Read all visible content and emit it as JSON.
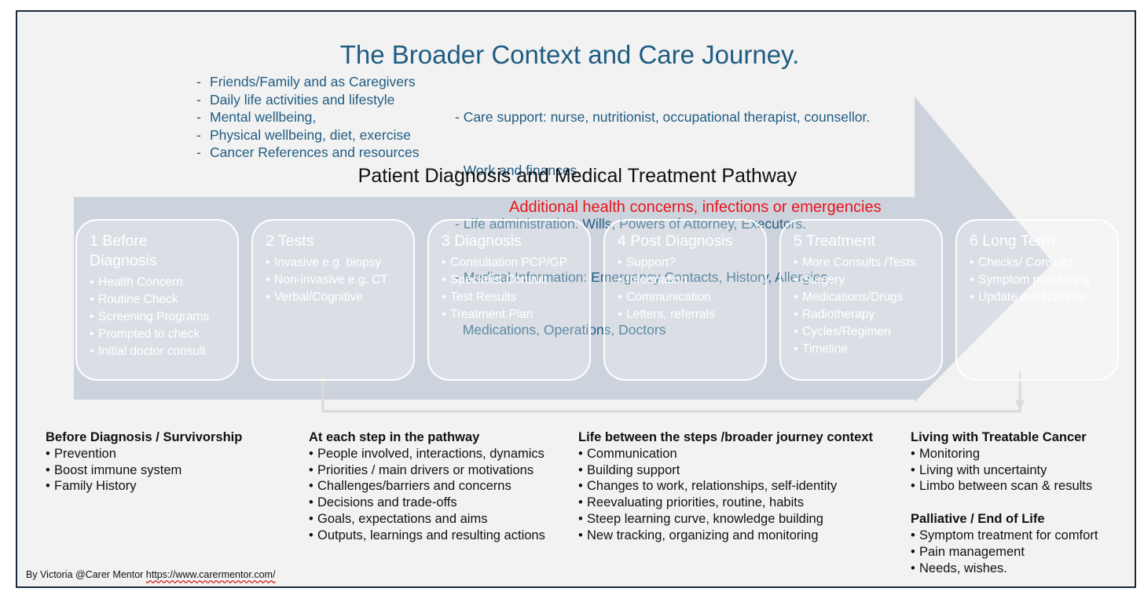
{
  "title": "The Broader Context and Care Journey.",
  "context_left": [
    "Friends/Family and as Caregivers",
    "Daily life activities and lifestyle",
    "Mental wellbeing,",
    "Physical wellbeing, diet, exercise",
    "Cancer References and resources"
  ],
  "context_right": [
    "- Care support: nurse, nutritionist, occupational therapist, counsellor.",
    "- Work and finances",
    "- Life administration: Wills, Powers of Attorney, Executors.",
    "- Medical Information: Emergency Contacts, History, Allergies,",
    "  Medications, Operations, Doctors"
  ],
  "pathway_title": "Patient Diagnosis and Medical Treatment Pathway",
  "concerns_label": "Additional health concerns, infections or emergencies",
  "steps": [
    {
      "title": "1 Before Diagnosis",
      "items": [
        "Health Concern",
        "Routine Check",
        "Screening Programs",
        "Prompted to check",
        "Initial doctor consult"
      ]
    },
    {
      "title": "2 Tests",
      "items": [
        "Invasive e.g. biopsy",
        "Non-invasive e.g. CT",
        "Verbal/Cognitive"
      ]
    },
    {
      "title": "3 Diagnosis",
      "items": [
        "Consultation PCP/GP",
        "Specialist Consult",
        "Test Results",
        "Treatment Plan"
      ]
    },
    {
      "title": "4 Post Diagnosis",
      "items": [
        "Support?",
        "Information",
        "Communication",
        "Letters, referrals"
      ]
    },
    {
      "title": "5 Treatment",
      "items": [
        "More Consults /Tests",
        "Surgery",
        "Medications/Drugs",
        "Radiotherapy",
        "Cycles/Regimen",
        "Timeline"
      ]
    },
    {
      "title": "6 Long Term",
      "items": [
        "Checks/ Consults",
        "Symptom monitoring",
        "Update medical info"
      ]
    }
  ],
  "columns": {
    "before": {
      "heading": "Before Diagnosis / Survivorship",
      "items": [
        "Prevention",
        "Boost immune system",
        "Family History"
      ]
    },
    "each_step": {
      "heading": "At each step in the pathway",
      "items": [
        "People involved, interactions, dynamics",
        "Priorities / main drivers or motivations",
        "Challenges/barriers and concerns",
        "Decisions and trade-offs",
        "Goals, expectations and aims",
        "Outputs, learnings and resulting actions"
      ]
    },
    "between": {
      "heading": "Life between the steps /broader journey context",
      "items": [
        "Communication",
        "Building support",
        "Changes to work, relationships, self-identity",
        "Reevaluating priorities, routine, habits",
        "Steep learning curve, knowledge building",
        "New tracking, organizing and monitoring"
      ]
    },
    "treatable": {
      "heading": "Living with Treatable Cancer",
      "items": [
        "Monitoring",
        "Living with uncertainty",
        "Limbo between scan & results"
      ]
    },
    "palliative": {
      "heading": "Palliative / End of Life",
      "items": [
        "Symptom treatment for comfort",
        "Pain management",
        "Needs, wishes."
      ]
    }
  },
  "footer": {
    "prefix": "By Victoria @Carer Mentor ",
    "link": "https://www.carermentor.com/"
  },
  "colors": {
    "title_blue": "#1f5c82",
    "arrow_gray": "#cdd3dc",
    "alert_red": "#e8141b"
  }
}
